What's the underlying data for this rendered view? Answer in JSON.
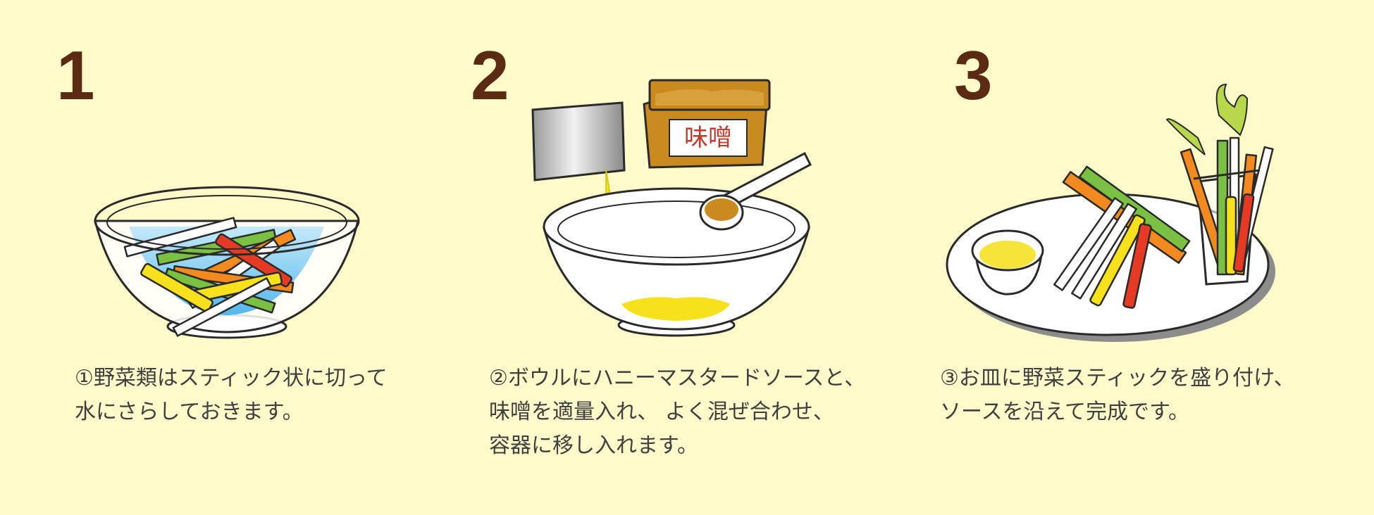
{
  "steps": [
    {
      "number": "1",
      "caption_lines": [
        "①野菜類はスティック状に切って",
        "水にさらしておきます。"
      ]
    },
    {
      "number": "2",
      "miso_label": "味噌",
      "caption_lines": [
        "②ボウルにハニーマスタードソースと、",
        "味噌を適量入れ、 よく混ぜ合わせ、",
        "容器に移し入れます。"
      ]
    },
    {
      "number": "3",
      "caption_lines": [
        "③お皿に野菜スティックを盛り付け、",
        "ソースを沿えて完成です。"
      ]
    }
  ],
  "colors": {
    "background": "#fffac9",
    "step_number": "#5a2b12",
    "caption_text": "#3f3f3f",
    "carrot": "#f28a1f",
    "celery": "#7ac143",
    "yellow_pepper": "#f7e01c",
    "red_pepper": "#e53a24",
    "water": "#6cc4f0",
    "sauce": "#f7e439",
    "miso": "#c98a20",
    "miso_label": "#c0392b"
  }
}
